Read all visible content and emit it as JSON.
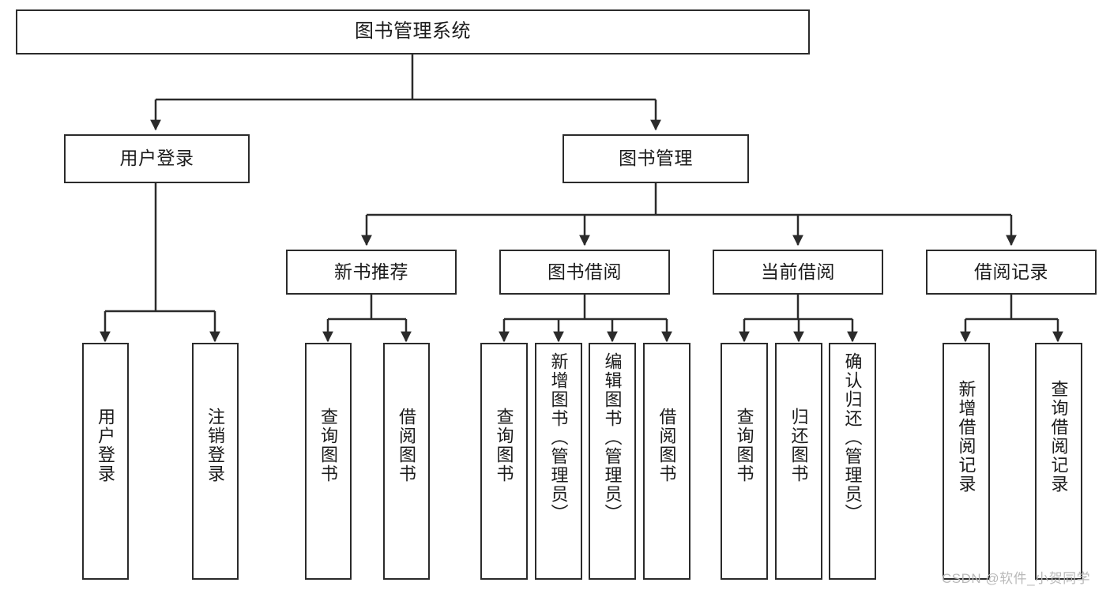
{
  "diagram": {
    "title": "图书管理系统",
    "watermark": "CSDN @软件_小贺同学",
    "accent_color": "#2b2b2b",
    "background_color": "#ffffff",
    "nodes": {
      "root": "图书管理系统",
      "l2_user_login": "用户登录",
      "l2_book_manage": "图书管理",
      "l3_new_book_rec": "新书推荐",
      "l3_book_borrow": "图书借阅",
      "l3_current_borrow": "当前借阅",
      "l3_borrow_record": "借阅记录",
      "leaf_user_login": "用户登录",
      "leaf_logout_login": "注销登录",
      "leaf_rec_query_book": "查询图书",
      "leaf_rec_borrow_book": "借阅图书",
      "leaf_borrow_query_book": "查询图书",
      "leaf_borrow_add_book": "新增图书（管理员）",
      "leaf_borrow_edit_book": "编辑图书（管理员）",
      "leaf_borrow_borrow_book": "借阅图书",
      "leaf_cur_query_book": "查询图书",
      "leaf_cur_return_book": "归还图书",
      "leaf_cur_confirm_return": "确认归还（管理员）",
      "leaf_rec_add_record": "新增借阅记录",
      "leaf_rec_query_record": "查询借阅记录"
    }
  }
}
